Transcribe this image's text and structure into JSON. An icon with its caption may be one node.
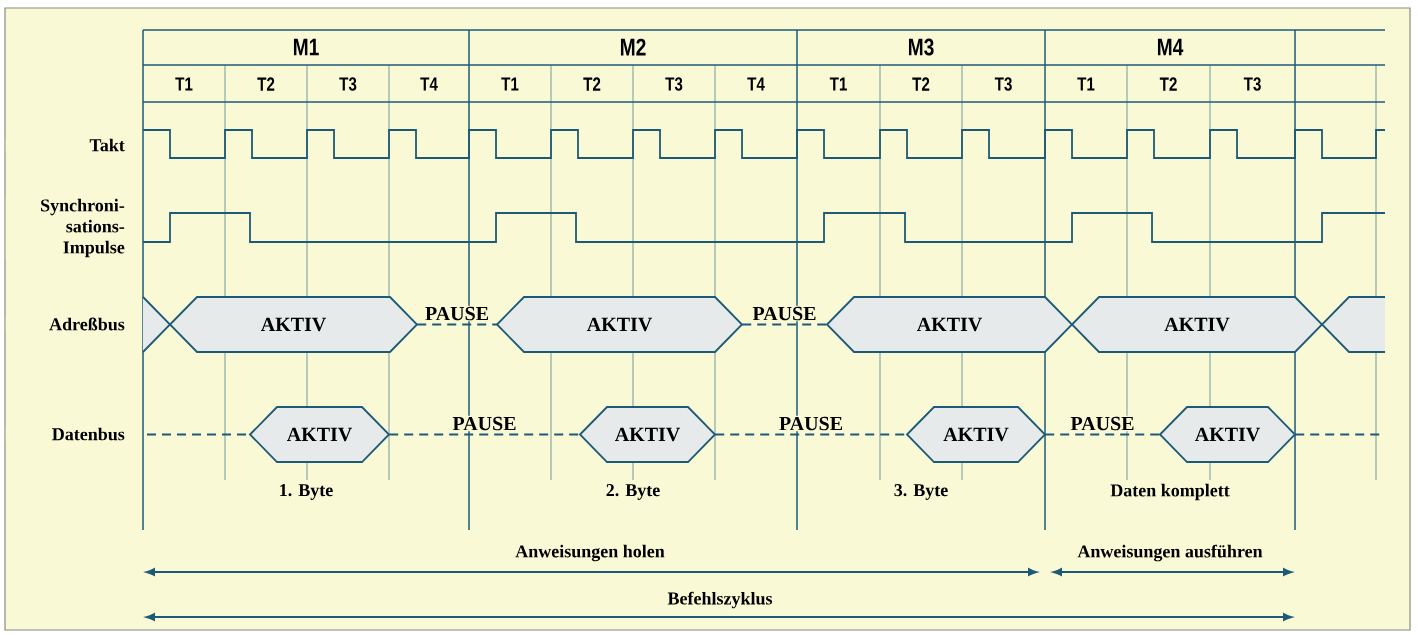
{
  "diagram": {
    "nodes": [
      {
        "text": [],
        "shape": "hexagon"
      },
      {
        "text": [
          "AKTIV"
        ]
      },
      {
        "text": [
          "AKTIV"
        ]
      },
      {
        "text": [
          "AKTIV"
        ]
      },
      {
        "text": [
          "AKTIV"
        ]
      },
      {
        "text": [],
        "shape": "hexagon"
      },
      {
        "text": [
          "AKTIV"
        ]
      },
      {
        "text": [
          "AKTIV"
        ]
      },
      {
        "text": [
          "AKTIV"
        ]
      },
      {
        "text": [
          "AKTIV"
        ]
      }
    ],
    "edges": [
      {
        "from": 1,
        "to": 2,
        "arrow": "none",
        "style": "dashed",
        "label": "PAUSE"
      },
      {
        "from": 2,
        "to": 3,
        "arrow": "none",
        "style": "dashed",
        "label": "PAUSE"
      },
      {
        "from": null,
        "to": 6,
        "arrow": "none",
        "style": "dashed"
      },
      {
        "from": 6,
        "to": 7,
        "arrow": "none",
        "style": "dashed",
        "label": "PAUSE"
      },
      {
        "from": 7,
        "to": 8,
        "arrow": "none",
        "style": "dashed",
        "label": "PAUSE"
      },
      {
        "from": 8,
        "to": 9,
        "arrow": "none",
        "style": "dashed",
        "label": "PAUSE"
      },
      {
        "from": 9,
        "to": null,
        "arrow": "none",
        "style": "dashed"
      }
    ],
    "labels": [
      "M1",
      "M2",
      "M3",
      "M4",
      "T1",
      "T2",
      "T3",
      "T4",
      "T1",
      "T2",
      "T3",
      "T4",
      "T1",
      "T2",
      "T3",
      "T1",
      "T2",
      "T3",
      "Takt",
      "Synchroni- sations- Impulse",
      "Adreßbus",
      "Datenbus",
      "1. Byte",
      "2. Byte",
      "3. Byte",
      "Daten komplett",
      "Anweisungen holen",
      "Anweisungen ausführen",
      "Befehlszyklus"
    ]
  }
}
